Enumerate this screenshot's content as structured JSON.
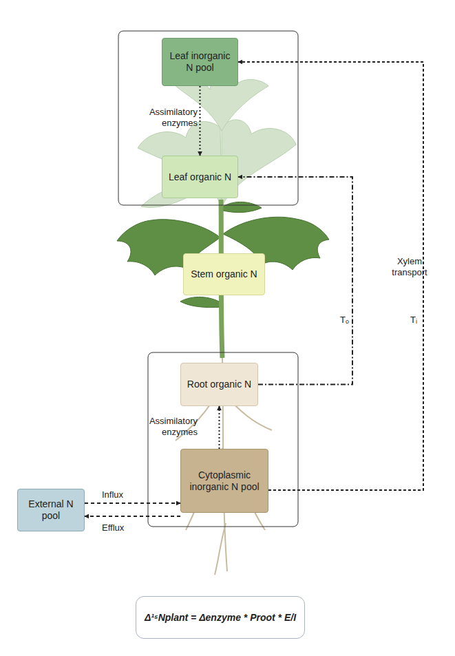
{
  "diagram": {
    "nodes": [
      {
        "text": [
          "Leaf inorganic N pool"
        ]
      },
      {
        "text": [
          "Leaf organic N"
        ]
      },
      {
        "text": [
          "Stem organic N"
        ]
      },
      {
        "text": [
          "Root organic N"
        ]
      },
      {
        "text": [
          "Cytoplasmic inorganic N pool"
        ]
      },
      {
        "text": [
          "External N pool"
        ]
      },
      {
        "text": [
          "Δ¹⁵Nplant = Δenzyme * Proot * E/I"
        ]
      }
    ],
    "edges": [
      {
        "from": 0,
        "to": 1,
        "label": "Assimilatory enzymes",
        "arrow": "to"
      },
      {
        "from": 4,
        "to": 3,
        "label": "Assimilatory enzymes",
        "arrow": "to"
      },
      {
        "from": 5,
        "to": 4,
        "label": "Influx",
        "arrow": "to"
      },
      {
        "from": 4,
        "to": 5,
        "label": "Efflux",
        "arrow": "to"
      },
      {
        "from": 3,
        "to": 1,
        "label": "Tₒ",
        "arrow": "to"
      },
      {
        "from": 4,
        "to": 0,
        "label": "Tᵢ",
        "arrow": "to"
      }
    ],
    "labels": [
      "Xylem transport"
    ]
  }
}
